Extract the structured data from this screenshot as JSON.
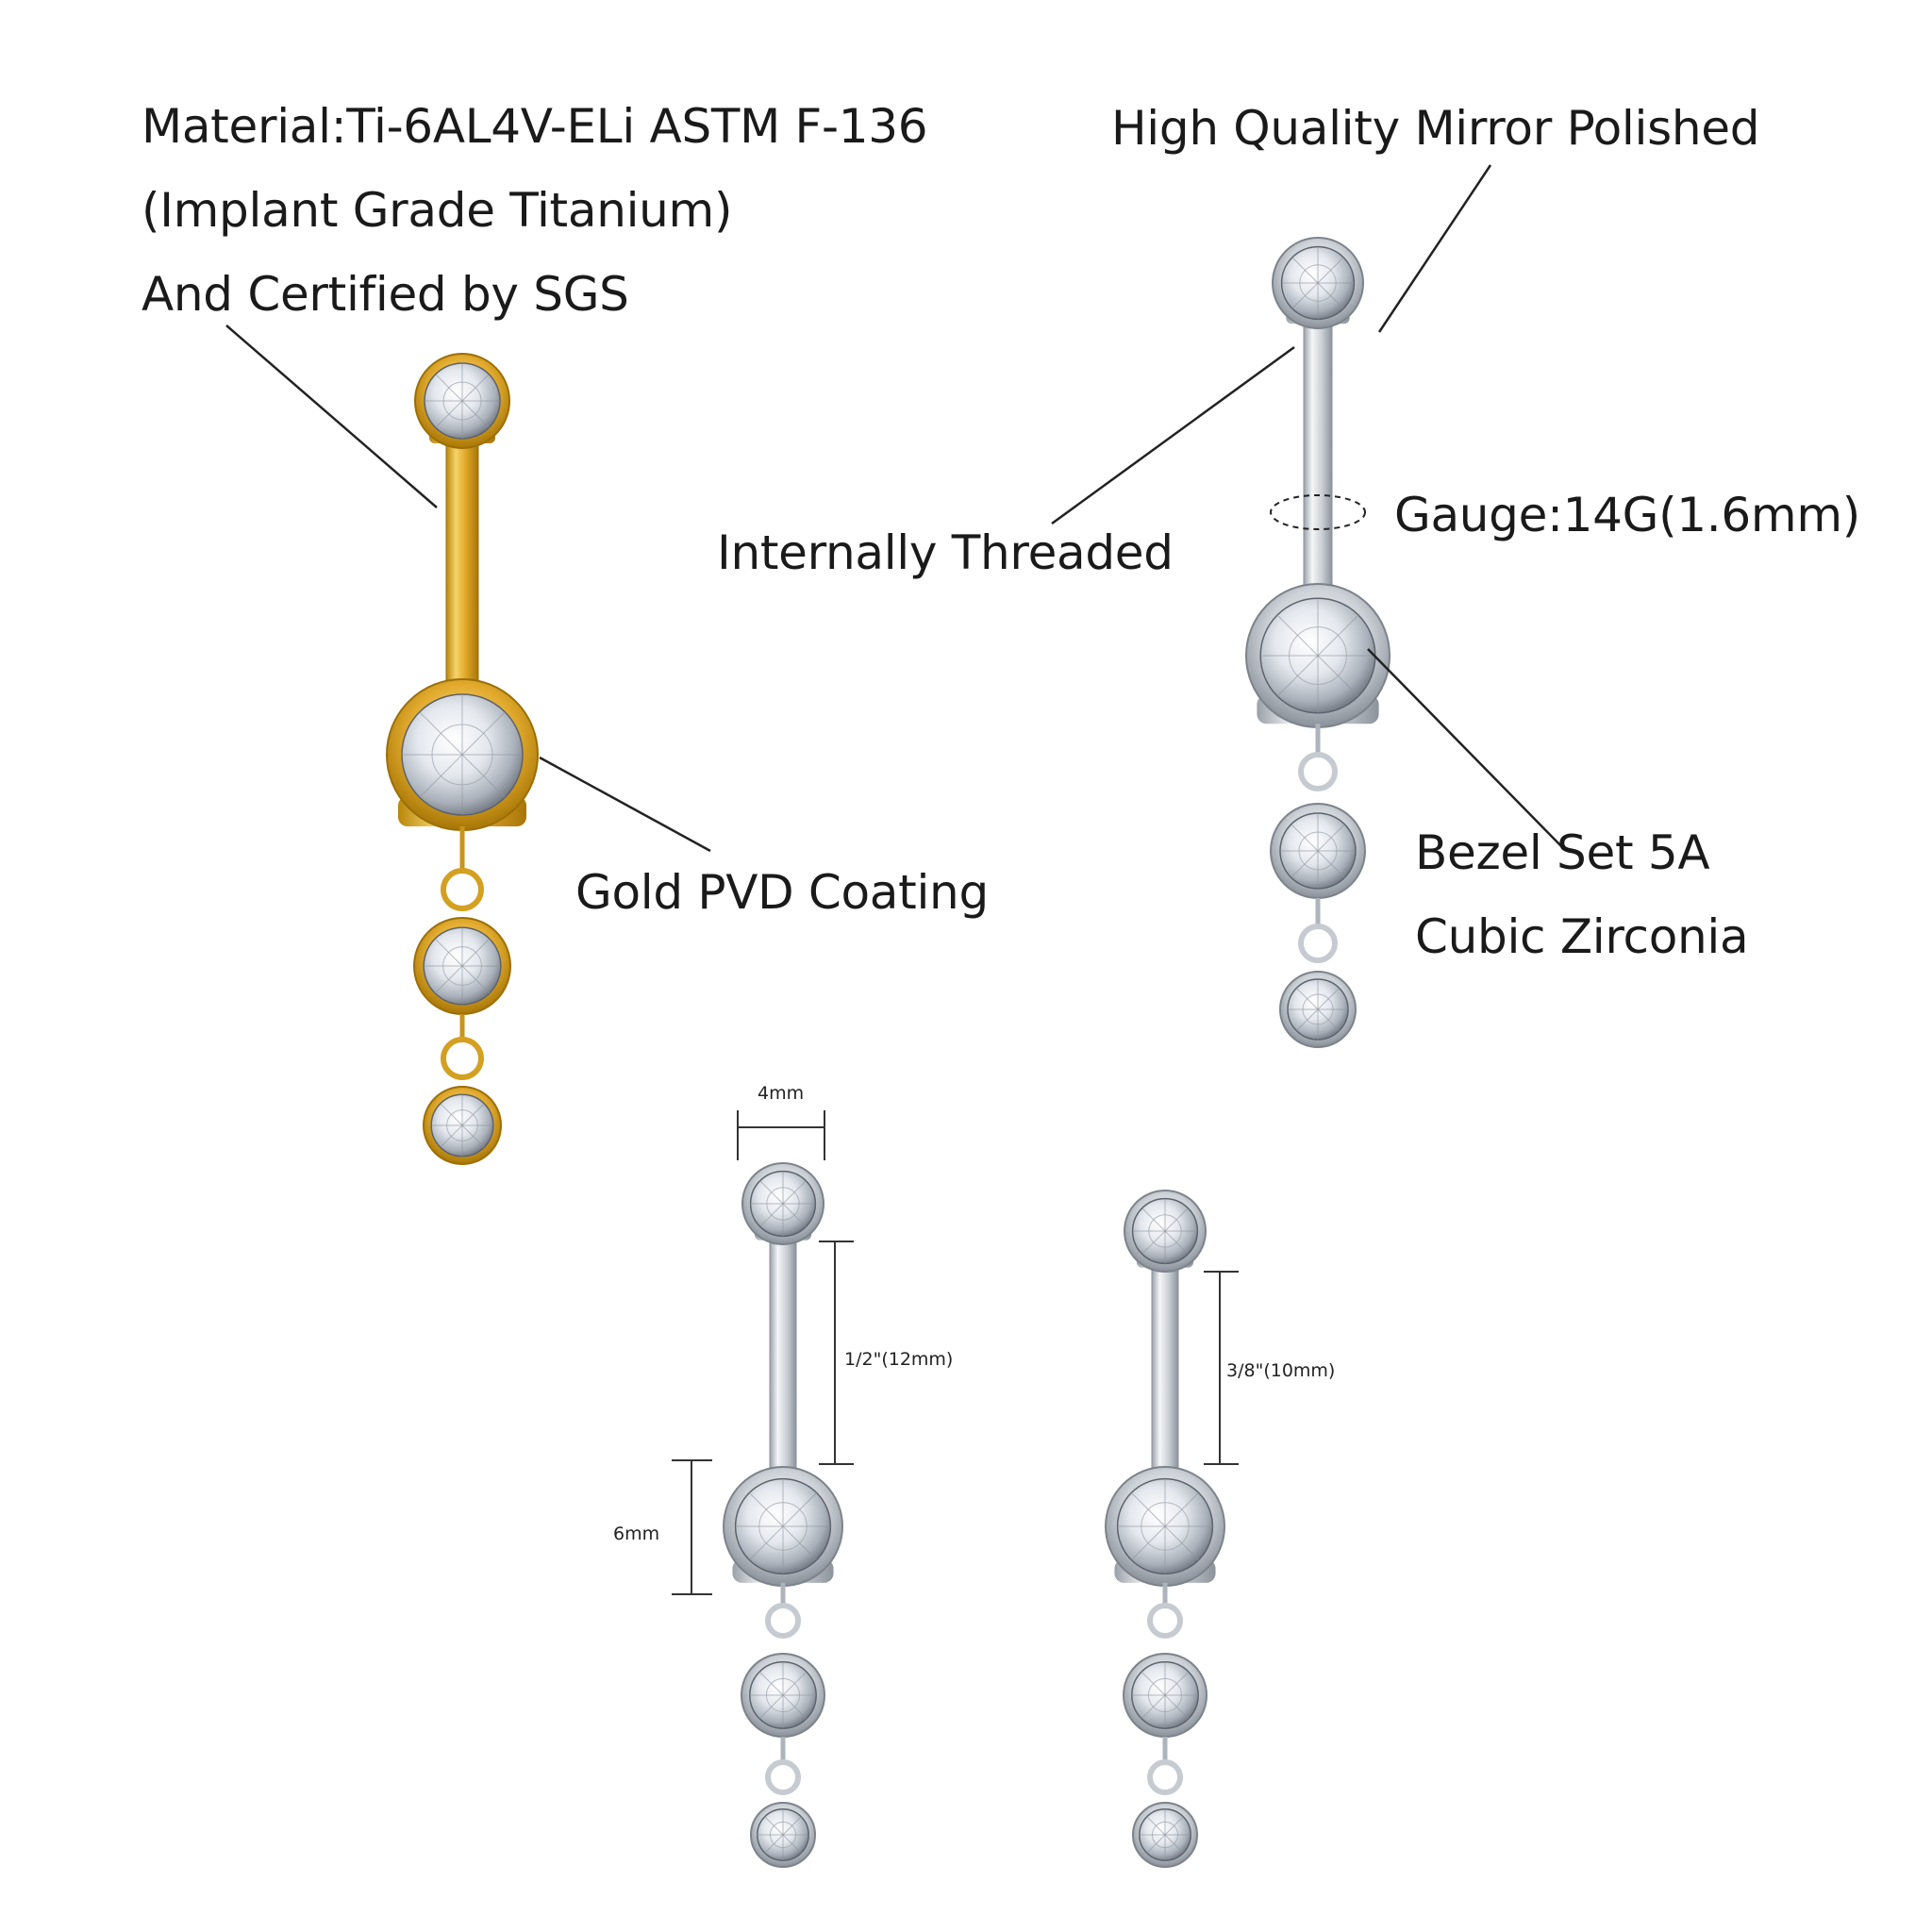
{
  "callouts": {
    "material": {
      "line1": "Material:Ti-6AL4V-ELi ASTM F-136",
      "line2": "(Implant Grade Titanium)",
      "line3": "And Certified by SGS"
    },
    "polished": "High Quality Mirror Polished",
    "threaded": "Internally Threaded",
    "gauge": "Gauge:14G(1.6mm)",
    "coating": "Gold PVD Coating",
    "gem": {
      "line1": "Bezel Set 5A",
      "line2": "Cubic Zirconia"
    }
  },
  "dimensions": {
    "ball_width": "4mm",
    "bar_length_long": "1/2\"(12mm)",
    "gem_height": "6mm",
    "bar_length_short": "3/8\"(10mm)"
  },
  "colors": {
    "gold": "#d9a520",
    "silver": "#cfd3d8",
    "text": "#1a1a1a",
    "leader_line": "#222222"
  }
}
